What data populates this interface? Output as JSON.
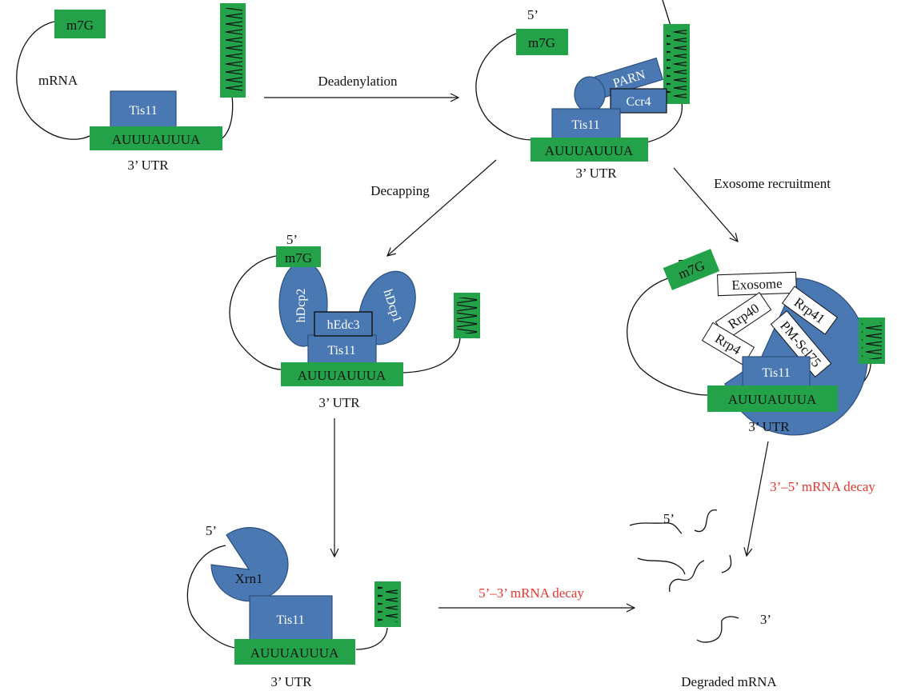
{
  "labels": {
    "m7G": "m7G",
    "five_prime": "5’",
    "three_prime": "3’",
    "mrna": "mRNA",
    "tis11": "Tis11",
    "are": "AUUUAUUUA",
    "utr": "3’ UTR",
    "parn": "PARN",
    "ccr4": "Ccr4",
    "hdcp2": "hDcp2",
    "hdcp1": "hDcp1",
    "hedc3": "hEdc3",
    "xrn1": "Xrn1",
    "exosome": "Exosome",
    "rrp41": "Rrp41",
    "rrp40": "Rrp40",
    "rrp4": "Rrp4",
    "pmscl75": "PM-Scl75",
    "degraded": "Degraded mRNA"
  },
  "steps": {
    "deadenylation": "Deadenylation",
    "decapping": "Decapping",
    "exosome_recruitment": "Exosome recruitment",
    "decay_53": "5’–3’ mRNA decay",
    "decay_35": "3’–5’ mRNA decay"
  },
  "colors": {
    "green": "#23a24a",
    "blue": "#4a78b3",
    "red": "#e8362f"
  }
}
